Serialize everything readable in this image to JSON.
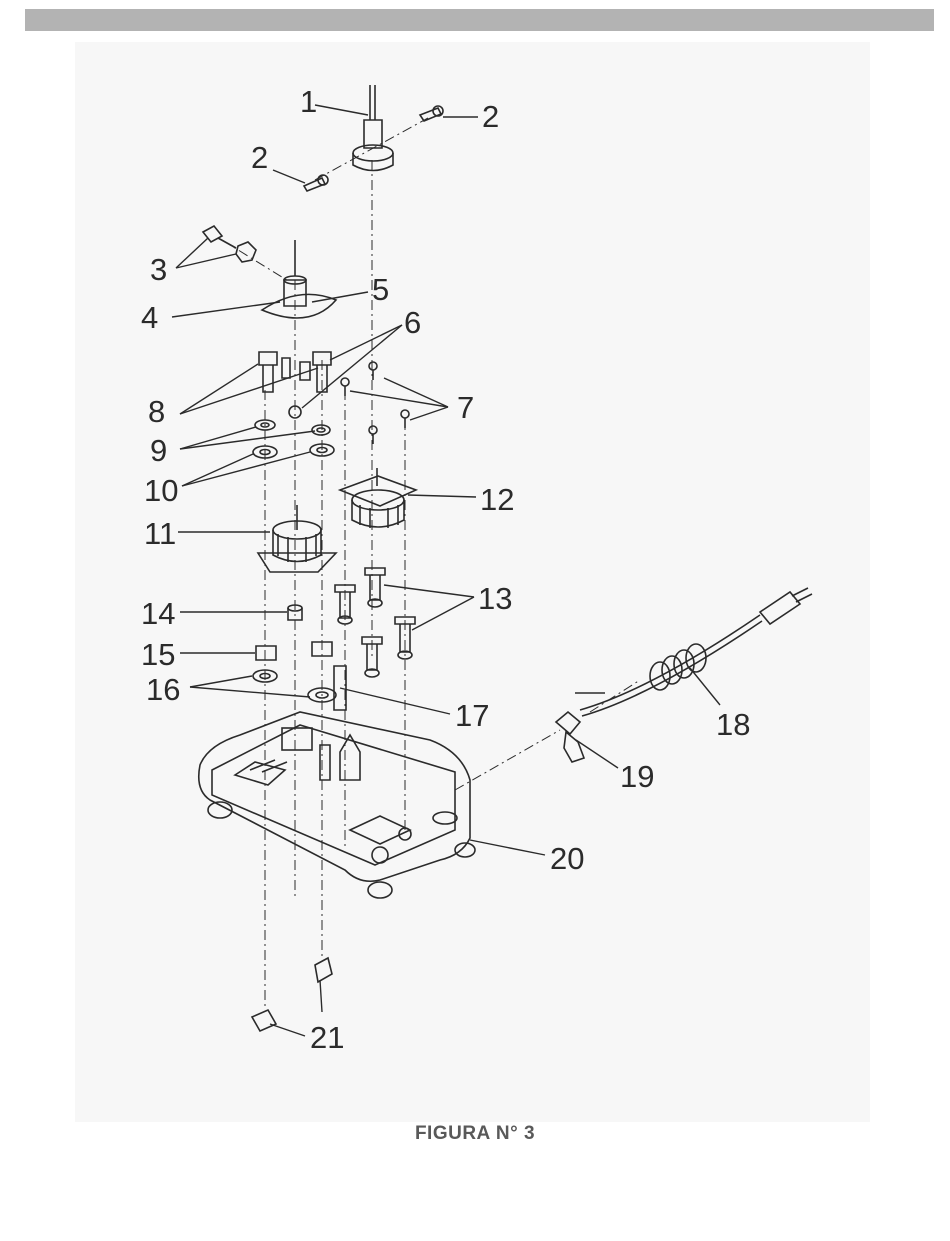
{
  "figure": {
    "caption": "FIGURA N° 3"
  },
  "callouts": [
    {
      "id": "c1",
      "label": "1"
    },
    {
      "id": "c2a",
      "label": "2"
    },
    {
      "id": "c2b",
      "label": "2"
    },
    {
      "id": "c3",
      "label": "3"
    },
    {
      "id": "c4",
      "label": "4"
    },
    {
      "id": "c5",
      "label": "5"
    },
    {
      "id": "c6",
      "label": "6"
    },
    {
      "id": "c7",
      "label": "7"
    },
    {
      "id": "c8",
      "label": "8"
    },
    {
      "id": "c9",
      "label": "9"
    },
    {
      "id": "c10",
      "label": "10"
    },
    {
      "id": "c11",
      "label": "11"
    },
    {
      "id": "c12",
      "label": "12"
    },
    {
      "id": "c13",
      "label": "13"
    },
    {
      "id": "c14",
      "label": "14"
    },
    {
      "id": "c15",
      "label": "15"
    },
    {
      "id": "c16",
      "label": "16"
    },
    {
      "id": "c17",
      "label": "17"
    },
    {
      "id": "c18",
      "label": "18"
    },
    {
      "id": "c19",
      "label": "19"
    },
    {
      "id": "c20",
      "label": "20"
    },
    {
      "id": "c21",
      "label": "21"
    }
  ],
  "colors": {
    "header_bar": "#b3b3b3",
    "line": "#2b2b2b",
    "caption": "#595959"
  }
}
